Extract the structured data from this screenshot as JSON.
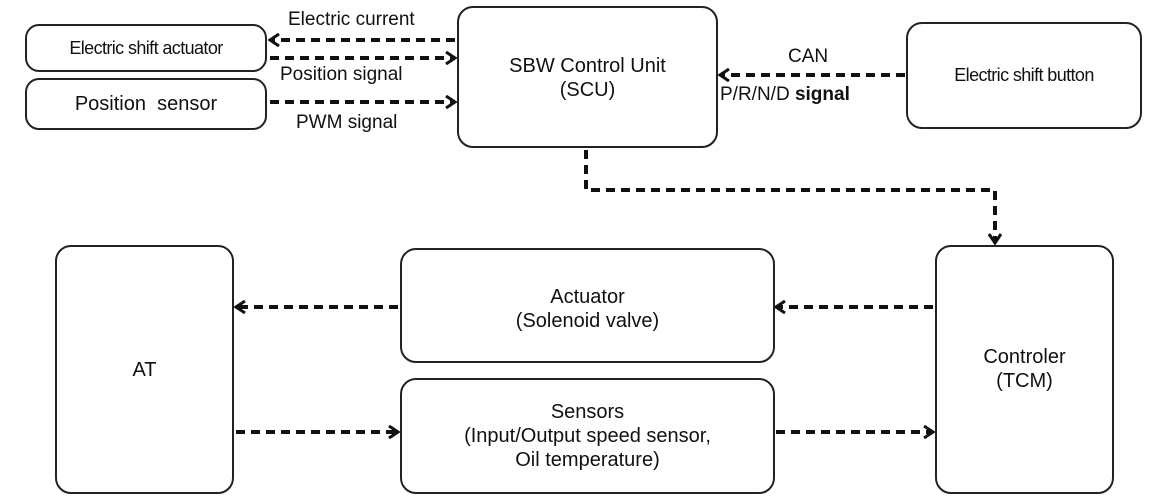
{
  "nodes": {
    "electric_shift_actuator": "Electric shift actuator",
    "position_sensor": "Position  sensor",
    "scu_line1": "SBW Control Unit",
    "scu_line2": "(SCU)",
    "electric_shift_button": "Electric shift button",
    "at": "AT",
    "actuator_line1": "Actuator",
    "actuator_line2": "(Solenoid valve)",
    "sensors_line1": "Sensors",
    "sensors_line2": "(Input/Output speed sensor,",
    "sensors_line3": "Oil temperature)",
    "controller_line1": "Controler",
    "controller_line2": "(TCM)"
  },
  "edge_labels": {
    "electric_current": "Electric current",
    "position_signal": "Position signal",
    "pwm_signal": "PWM signal",
    "can": "CAN",
    "prnd_prefix": "P/R/N/D ",
    "prnd_bold": "signal"
  }
}
